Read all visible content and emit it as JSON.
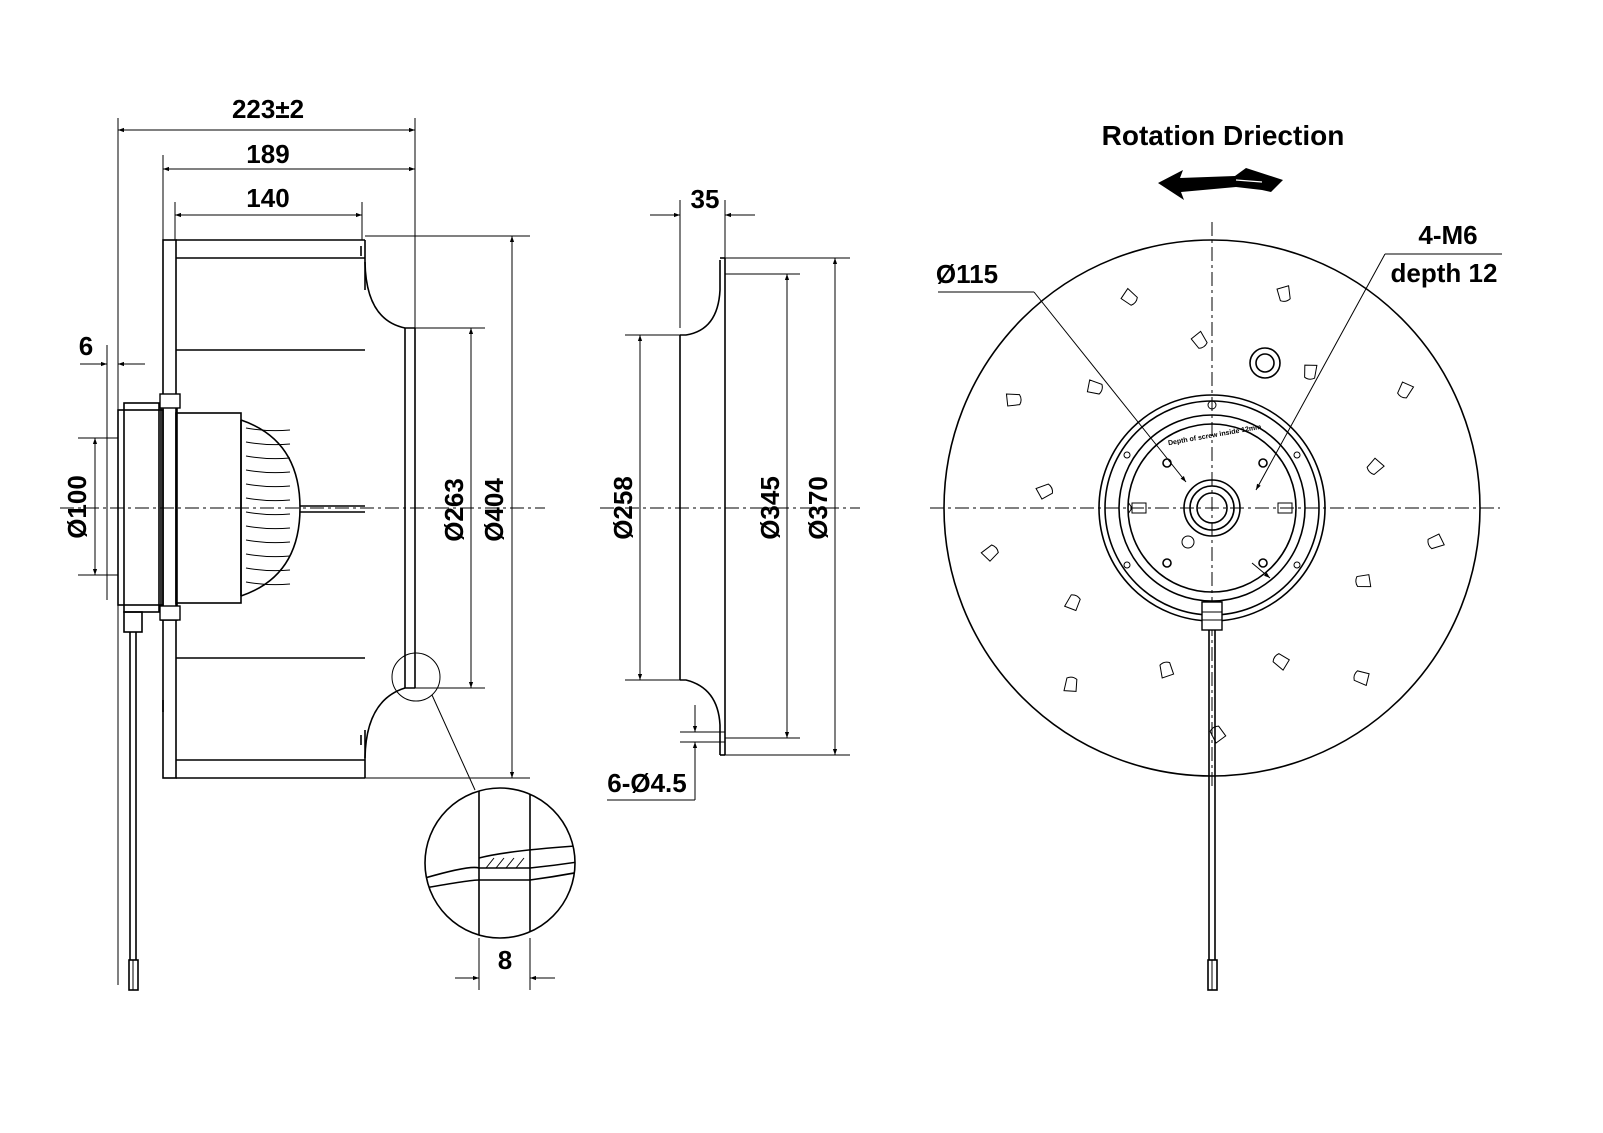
{
  "side_view": {
    "overall_length": "223±2",
    "impeller_length": "189",
    "blade_length": "140",
    "flange_offset": "6",
    "hub_diameter": "Ø100",
    "inlet_diameter": "Ø263",
    "outer_diameter": "Ø404",
    "detail_thickness": "8"
  },
  "inlet_ring_view": {
    "depth": "35",
    "throat_diameter": "Ø258",
    "hole_circle_diameter": "Ø345",
    "flange_diameter": "Ø370",
    "mounting_holes": "6-Ø4.5"
  },
  "front_view": {
    "rotation_label": "Rotation Driection",
    "bolt_circle_diameter": "Ø115",
    "thread_spec": "4-M6",
    "thread_depth": "depth 12",
    "hub_marking": "Depth of screw inside 12mm"
  }
}
